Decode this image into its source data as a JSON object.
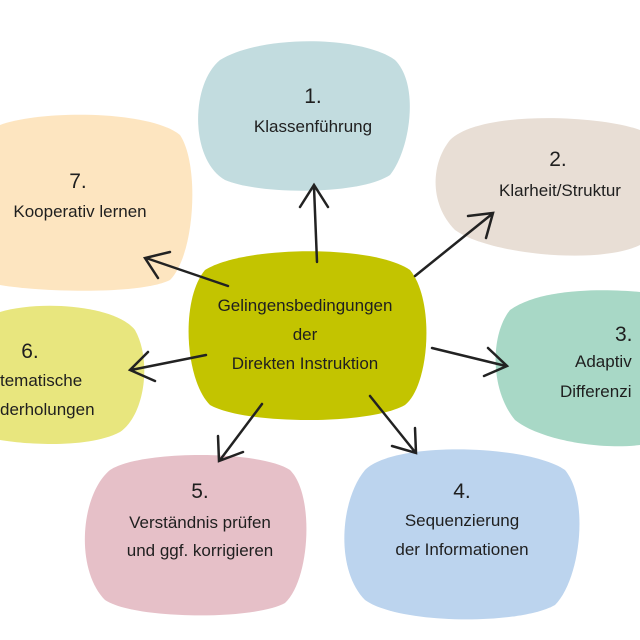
{
  "center": {
    "lines": [
      "Gelingensbedingungen",
      "der",
      "Direkten Instruktion"
    ],
    "color": "#c3c400"
  },
  "nodes": [
    {
      "number": "1.",
      "lines": [
        "Klassenführung"
      ],
      "color": "#c2dcdf"
    },
    {
      "number": "2.",
      "lines": [
        "Klarheit/Struktur"
      ],
      "color": "#e8ded5"
    },
    {
      "number": "3.",
      "lines": [
        "Adaptiv",
        "Differenzi"
      ],
      "color": "#a8d8c6"
    },
    {
      "number": "4.",
      "lines": [
        "Sequenzierung",
        "der Informationen"
      ],
      "color": "#bcd4ee"
    },
    {
      "number": "5.",
      "lines": [
        "Verständnis prüfen",
        "und ggf. korrigieren"
      ],
      "color": "#e6c0c8"
    },
    {
      "number": "6.",
      "lines": [
        "tematische",
        "derholungen"
      ],
      "color": "#e8e67e"
    },
    {
      "number": "7.",
      "lines": [
        "Kooperativ lernen"
      ],
      "color": "#fde5c0"
    }
  ]
}
